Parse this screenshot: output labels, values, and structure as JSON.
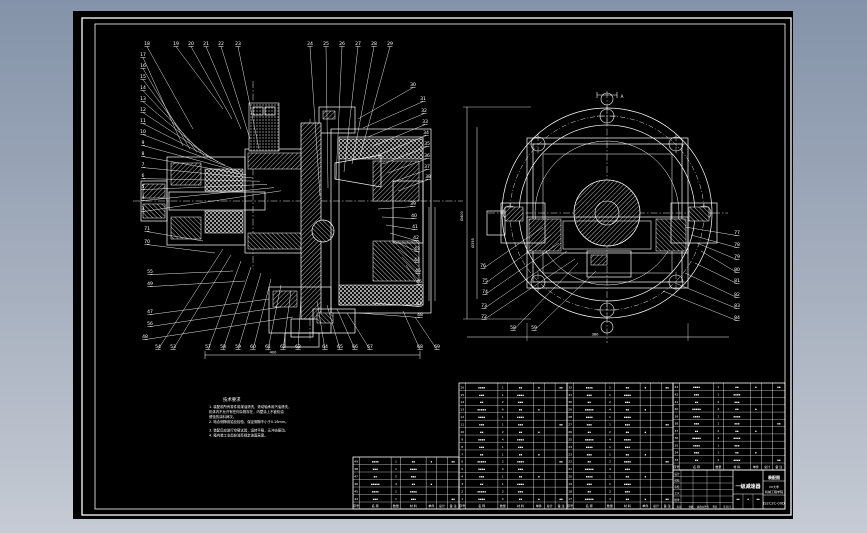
{
  "window": {
    "background_top": "#8493a9",
    "background_bottom": "#c6cbd4",
    "paper_color": "#000000",
    "ink_color": "#ffffff"
  },
  "left_view": {
    "dim_bottom": "400",
    "callouts": {
      "top_left": "18",
      "top_a": [
        "19",
        "20",
        "21",
        "22",
        "23"
      ],
      "top_b": [
        "24",
        "25",
        "26",
        "27",
        "28",
        "29"
      ],
      "left_col": [
        "17",
        "16",
        "15",
        "14",
        "13",
        "12",
        "11",
        "10",
        "9",
        "8",
        "7",
        "6",
        "5",
        "4",
        "3"
      ],
      "lower_left": [
        "71",
        "70",
        "55",
        "49",
        "47",
        "56",
        "48"
      ],
      "bottom": [
        "54",
        "53",
        "57",
        "58",
        "59",
        "60",
        "61",
        "62",
        "63",
        "64",
        "65",
        "66",
        "67",
        "68",
        "69"
      ],
      "right_upper": [
        "30",
        "31",
        "32",
        "33",
        "34",
        "35",
        "36",
        "37",
        "38"
      ],
      "right_mid": [
        "39",
        "40",
        "41",
        "42",
        "43",
        "44",
        "45",
        "46"
      ],
      "right_lower": [
        "47",
        "48"
      ]
    }
  },
  "right_view": {
    "section_label": "A",
    "dim_left_outer": "Ø400",
    "dim_left_inner": "Ø355",
    "dim_bottom": "380",
    "callouts": {
      "right": [
        "77",
        "78",
        "79",
        "80",
        "81",
        "82",
        "83",
        "84"
      ],
      "left": [
        "76",
        "75",
        "74",
        "73",
        "72"
      ],
      "bottom": [
        "58",
        "59"
      ]
    }
  },
  "notes": {
    "title": "技术要求",
    "lines": [
      "1. 装配前所有零件用煤油清洗，滚动轴承用汽油清洗，",
      "   机体内不允许有任何杂物存在，内壁涂上不被机油",
      "   侵蚀的涂料两次。",
      "2. 啮合侧隙用铅丝检验，保证侧隙不小于0.16mm。",
      "3. 装配后应进行空载试验，运转平稳，无冲击振动。",
      "4. 箱内装工业齿轮油至规定油面高度。"
    ]
  },
  "bom": {
    "headers": [
      "序号",
      "名  称",
      "数量",
      "材  料",
      "单件",
      "总计",
      "备 注"
    ],
    "col_fractions": [
      0.06,
      0.3,
      0.09,
      0.24,
      0.1,
      0.1,
      0.11
    ],
    "sections": {
      "s1_nos": [
        "49",
        "48",
        "47",
        "46",
        "45",
        "44"
      ],
      "s2_nos": [
        "16",
        "15",
        "14",
        "13",
        "12",
        "11",
        "10",
        "9",
        "8",
        "7",
        "6",
        "5",
        "4",
        "3",
        "2",
        "1"
      ],
      "s3_nos": [
        "32",
        "31",
        "30",
        "29",
        "28",
        "27",
        "26",
        "25",
        "24",
        "23",
        "22",
        "21",
        "20",
        "19",
        "18",
        "17"
      ],
      "s4_nos": [
        "43",
        "42",
        "41",
        "40",
        "39",
        "38",
        "37",
        "36",
        "35",
        "34",
        "33"
      ]
    },
    "qty_cycle": [
      "1",
      "1",
      "2",
      "4"
    ]
  },
  "title_block": {
    "title": "一级减速器",
    "type_label": "装配图",
    "org_line1": "XX大学",
    "org_line2": "机械工程学院",
    "drawing_no": "JS2C2C-00D",
    "sign_rows": [
      "设计",
      "校核",
      "审核",
      "工艺",
      "批准"
    ],
    "mark_row": [
      "标记",
      "处数",
      "更改文件号",
      "签名",
      "年月日"
    ]
  }
}
